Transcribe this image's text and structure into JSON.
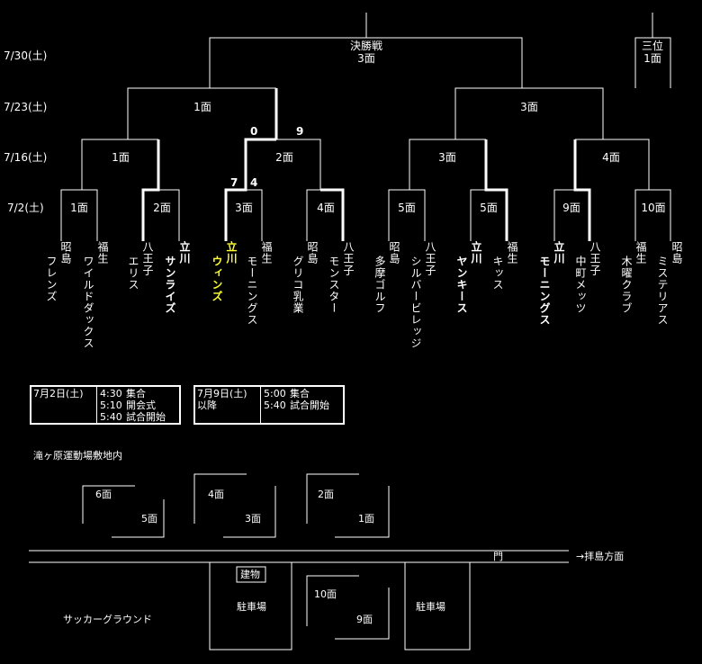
{
  "dates": {
    "final": "7/30(土)",
    "semi": "7/23(土)",
    "quarter": "7/16(土)",
    "first": "7/2(土)"
  },
  "final": {
    "title": "決勝戦",
    "field": "3面"
  },
  "third_place": {
    "title": "三位",
    "field": "1面"
  },
  "semis": {
    "left": "1面",
    "right": "3面"
  },
  "quarters": {
    "q1": "1面",
    "q2": "2面",
    "q3": "3面",
    "q4": "4面"
  },
  "scores": {
    "q2_left": "0",
    "q2_right": "9",
    "m3_left": "7",
    "m3_right": "4"
  },
  "first_round": {
    "m1": "1面",
    "m2": "2面",
    "m3": "3面",
    "m4": "4面",
    "m5": "5面",
    "m6": "5面",
    "m7": "9面",
    "m8": "10面"
  },
  "teams": {
    "t1_area": "昭島",
    "t1_name": "フレンズ",
    "t2_area": "福生",
    "t2_name": "ワイルドダックス",
    "t3_area": "八王子",
    "t3_name": "エリス",
    "t4_area": "立川",
    "t4_name": "サンライズ",
    "t5_area": "立川",
    "t5_name": "ウィンズ",
    "t6_area": "福生",
    "t6_name": "モーニングス",
    "t7_area": "昭島",
    "t7_name": "グリコ乳業",
    "t8_area": "八王子",
    "t8_name": "モンスター",
    "t9_area": "昭島",
    "t9_name": "多摩ゴルフ",
    "t10_area": "八王子",
    "t10_name": "シルバービレッジ",
    "t11_area": "立川",
    "t11_name": "ヤンキース",
    "t12_area": "福生",
    "t12_name": "キッス",
    "t13_area": "立川",
    "t13_name": "モーニングス",
    "t14_area": "八王子",
    "t14_name": "中町メッツ",
    "t15_area": "福生",
    "t15_name": "木曜クラブ",
    "t16_area": "昭島",
    "t16_name": "ミステリアス"
  },
  "schedule1": {
    "date": "7月2日(土)",
    "r1_time": "4:30",
    "r1_event": "集合",
    "r2_time": "5:10",
    "r2_event": "開会式",
    "r3_time": "5:40",
    "r3_event": "試合開始"
  },
  "schedule2": {
    "date": "7月9日(土)",
    "date2": "以降",
    "r1_time": "5:00",
    "r1_event": "集合",
    "r2_time": "5:40",
    "r2_event": "試合開始"
  },
  "map": {
    "title": "滝ヶ原運動場敷地内",
    "f6": "6面",
    "f5": "5面",
    "f4": "4面",
    "f3": "3面",
    "f2": "2面",
    "f1": "1面",
    "gate": "門",
    "direction": "→拝島方面",
    "building": "建物",
    "parking1": "駐車場",
    "parking2": "駐車場",
    "f10": "10面",
    "f9": "9面",
    "soccer": "サッカーグラウンド"
  }
}
